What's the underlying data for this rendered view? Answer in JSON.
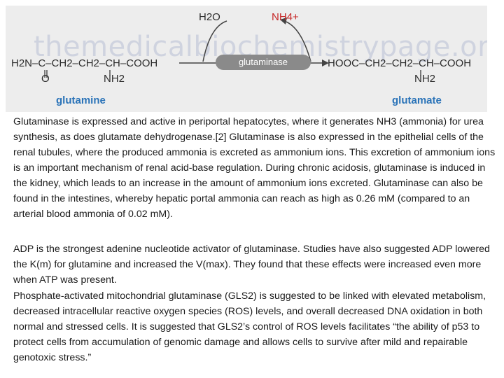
{
  "figure": {
    "watermark": "themedicalbiochemistrypage.org",
    "water": "H2O",
    "ammonium": "NH4+",
    "enzyme": "glutaminase",
    "left_formula": "H2N–C–CH2–CH2–CH–COOH",
    "left_oxygen": "O",
    "left_amine": "NH2",
    "right_formula": "HOOC–CH2–CH2–CH–COOH",
    "right_amine": "NH2",
    "left_name": "glutamine",
    "right_name": "glutamate"
  },
  "paragraphs": [
    "Glutaminase is expressed and active in periportal hepatocytes, where it generates NH3 (ammonia) for urea synthesis, as does glutamate dehydrogenase.[2] Glutaminase is also expressed in the epithelial cells of the renal tubules, where the produced ammonia is excreted as ammonium ions. This excretion of ammonium ions is an important mechanism of renal acid-base regulation. During chronic acidosis, glutaminase is induced in the kidney, which leads to an increase in the amount of ammonium ions excreted. Glutaminase can also be found in the intestines, whereby hepatic portal ammonia can reach as high as 0.26 mM (compared to an arterial blood ammonia of 0.02 mM).",
    "ADP is the strongest adenine nucleotide activator of glutaminase. Studies have also suggested ADP lowered the K(m) for glutamine and increased the V(max). They found that these effects were increased even more when ATP was present.",
    "Phosphate-activated mitochondrial glutaminase (GLS2) is suggested to be linked with elevated metabolism, decreased intracellular reactive oxygen species (ROS) levels, and overall decreased DNA oxidation in both normal and stressed cells. It is suggested that GLS2’s control of ROS levels facilitates “the ability of p53 to protect cells from accumulation of genomic damage and allows cells to survive after mild and repairable genotoxic stress.”"
  ]
}
